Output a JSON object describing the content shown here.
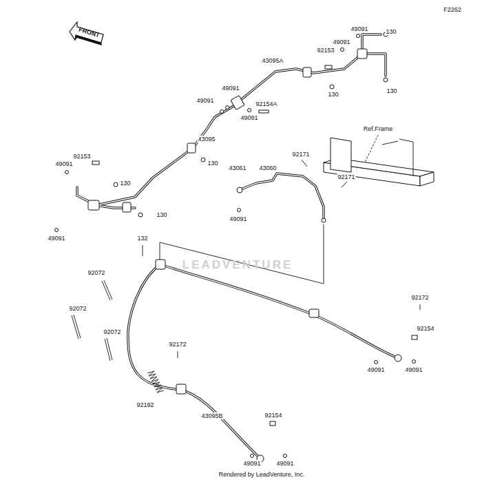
{
  "diagram": {
    "nodes": [
      {
        "text": [
          "FRONT"
        ]
      }
    ],
    "labels": [
      "F2262",
      "49091",
      "130",
      "49091",
      "92153",
      "43095A",
      "130",
      "130",
      "49091",
      "49091",
      "92154A",
      "49091",
      "43095",
      "Ref.Frame",
      "130",
      "92171",
      "92171",
      "43061",
      "43060",
      "92153",
      "49091",
      "130",
      "49091",
      "130",
      "49091",
      "132",
      "LEADVENTURE",
      "92072",
      "92172",
      "92072",
      "92072",
      "92154",
      "92172",
      "49091",
      "49091",
      "92192",
      "43095B",
      "92154",
      "49091",
      "49091",
      "Rendered by LeadVenture, Inc."
    ]
  }
}
